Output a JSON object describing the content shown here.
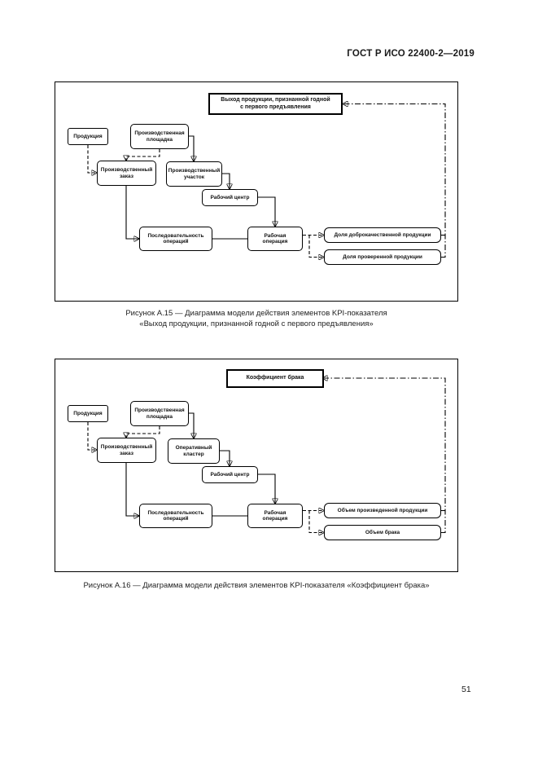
{
  "page": {
    "header": "ГОСТ Р ИСО 22400-2—2019",
    "page_number": "51"
  },
  "fig15": {
    "kpi_box": "Выход продукции, признанной годной\nс первого предъявления",
    "nodes": {
      "product": "Продукция",
      "site": "Производственная\nплощадка",
      "order": "Производственный\nзаказ",
      "unit": "Производственный\nучасток",
      "work_center": "Рабочий центр",
      "workflow": "Последовательность\nопераций",
      "operation": "Рабочая\nоперация",
      "result1": "Доля доброкачественной продукции",
      "result2": "Доля проверенной продукции"
    },
    "caption": "Рисунок А.15 — Диаграмма модели действия элементов KPI-показателя\n«Выход продукции, признанной годной с первого предъявления»"
  },
  "fig16": {
    "kpi_box": "Коэффициент брака",
    "nodes": {
      "product": "Продукция",
      "site": "Производственная\nплощадка",
      "order": "Производственный\nзаказ",
      "unit": "Оперативный\nкластер",
      "work_center": "Рабочий центр",
      "workflow": "Последовательность\nопераций",
      "operation": "Рабочая\nоперация",
      "result1": "Объем произведенной продукции",
      "result2": "Объем брака"
    },
    "caption": "Рисунок А.16 — Диаграмма модели действия элементов KPI-показателя «Коэффициент брака»"
  }
}
